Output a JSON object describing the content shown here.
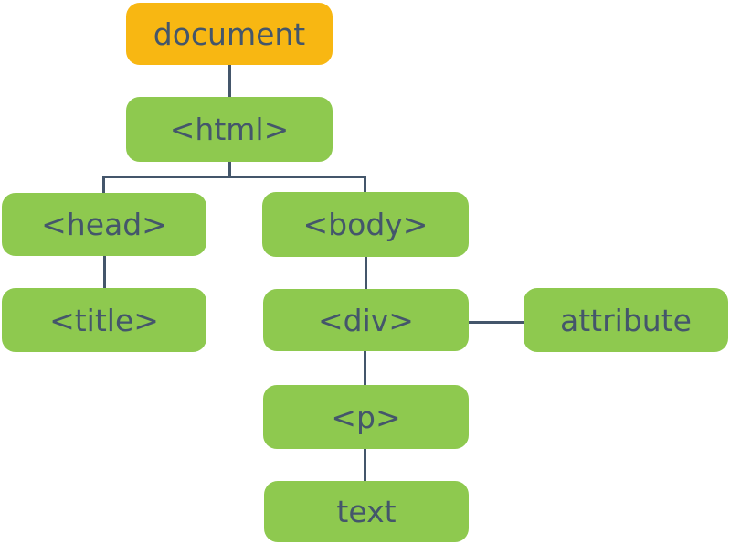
{
  "diagram": {
    "description": "DOM tree diagram",
    "colors": {
      "document_fill": "#f8b712",
      "element_fill": "#8ec94f",
      "text": "#44566b",
      "line": "#44566b",
      "background": "#ffffff"
    },
    "nodes": [
      {
        "id": "document",
        "label": "document",
        "type": "document-root"
      },
      {
        "id": "html",
        "label": "<html>",
        "type": "element"
      },
      {
        "id": "head",
        "label": "<head>",
        "type": "element"
      },
      {
        "id": "body",
        "label": "<body>",
        "type": "element"
      },
      {
        "id": "title",
        "label": "<title>",
        "type": "element"
      },
      {
        "id": "div",
        "label": "<div>",
        "type": "element"
      },
      {
        "id": "attribute",
        "label": "attribute",
        "type": "attribute"
      },
      {
        "id": "p",
        "label": "<p>",
        "type": "element"
      },
      {
        "id": "text",
        "label": "text",
        "type": "text-node"
      }
    ],
    "edges": [
      {
        "from": "document",
        "to": "html"
      },
      {
        "from": "html",
        "to": "head"
      },
      {
        "from": "html",
        "to": "body"
      },
      {
        "from": "head",
        "to": "title"
      },
      {
        "from": "body",
        "to": "div"
      },
      {
        "from": "div",
        "to": "attribute"
      },
      {
        "from": "div",
        "to": "p"
      },
      {
        "from": "p",
        "to": "text"
      }
    ]
  }
}
